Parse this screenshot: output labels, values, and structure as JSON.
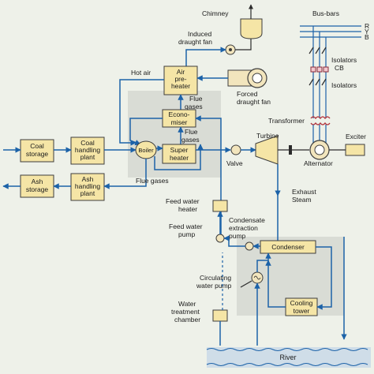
{
  "labels": {
    "chimney": "Chimney",
    "induced_draught_fan": [
      "Induced",
      "draught fan"
    ],
    "bus_bars": "Bus-bars",
    "phase_r": "R",
    "phase_y": "Y",
    "phase_b": "B",
    "isolators_cb": [
      "Isolators",
      "CB"
    ],
    "isolators": "Isolators",
    "hot_air": "Hot air",
    "air_preheater": [
      "Air",
      "pre-",
      "heater"
    ],
    "forced_draught_fan": [
      "Forced",
      "draught fan"
    ],
    "flue_gases_1": [
      "Flue",
      "gases"
    ],
    "economiser": [
      "Econo-",
      "miser"
    ],
    "transformer": "Transformer",
    "flue_gases_2": [
      "Flue",
      "gases"
    ],
    "coal_storage": [
      "Coal",
      "storage"
    ],
    "coal_handling_plant": [
      "Coal",
      "handling",
      "plant"
    ],
    "boiler": "Boiler",
    "super_heater": [
      "Super",
      "heater"
    ],
    "valve": "Valve",
    "turbine": "Turbine",
    "alternator": "Alternator",
    "exciter": "Exciter",
    "flue_gases_3": "Flue gases",
    "ash_storage": [
      "Ash",
      "storage"
    ],
    "ash_handling_plant": [
      "Ash",
      "handling",
      "plant"
    ],
    "exhaust_steam": [
      "Exhaust",
      "Steam"
    ],
    "feed_water_heater": [
      "Feed water",
      "heater"
    ],
    "condensate_extraction_pump": [
      "Condensate",
      "extraction",
      "pump"
    ],
    "feed_water_pump": [
      "Feed water",
      "pump"
    ],
    "condenser": "Condenser",
    "circulating_water_pump": [
      "Circulating",
      "water pump"
    ],
    "cooling_tower": [
      "Cooling",
      "tower"
    ],
    "water_treatment_chamber": [
      "Water",
      "treatment",
      "chamber"
    ],
    "river": "River"
  },
  "colors": {
    "pipe": "#1c62a8",
    "box": "#f5e5a6",
    "background": "#eef1e9",
    "shade": "#d9dcd5"
  }
}
